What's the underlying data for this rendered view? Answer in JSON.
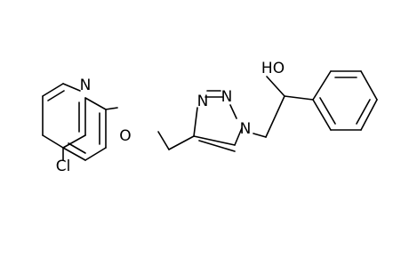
{
  "molecule": {
    "atoms": {
      "quinoline_n": "N",
      "ether_o": "O",
      "chlorine": "Cl",
      "triazole_n3": "N",
      "triazole_n2": "N",
      "triazole_n1": "N",
      "hydroxyl": "HO"
    }
  },
  "colors": {
    "bond": "#000000",
    "label": "#000000",
    "background": "#ffffff"
  }
}
